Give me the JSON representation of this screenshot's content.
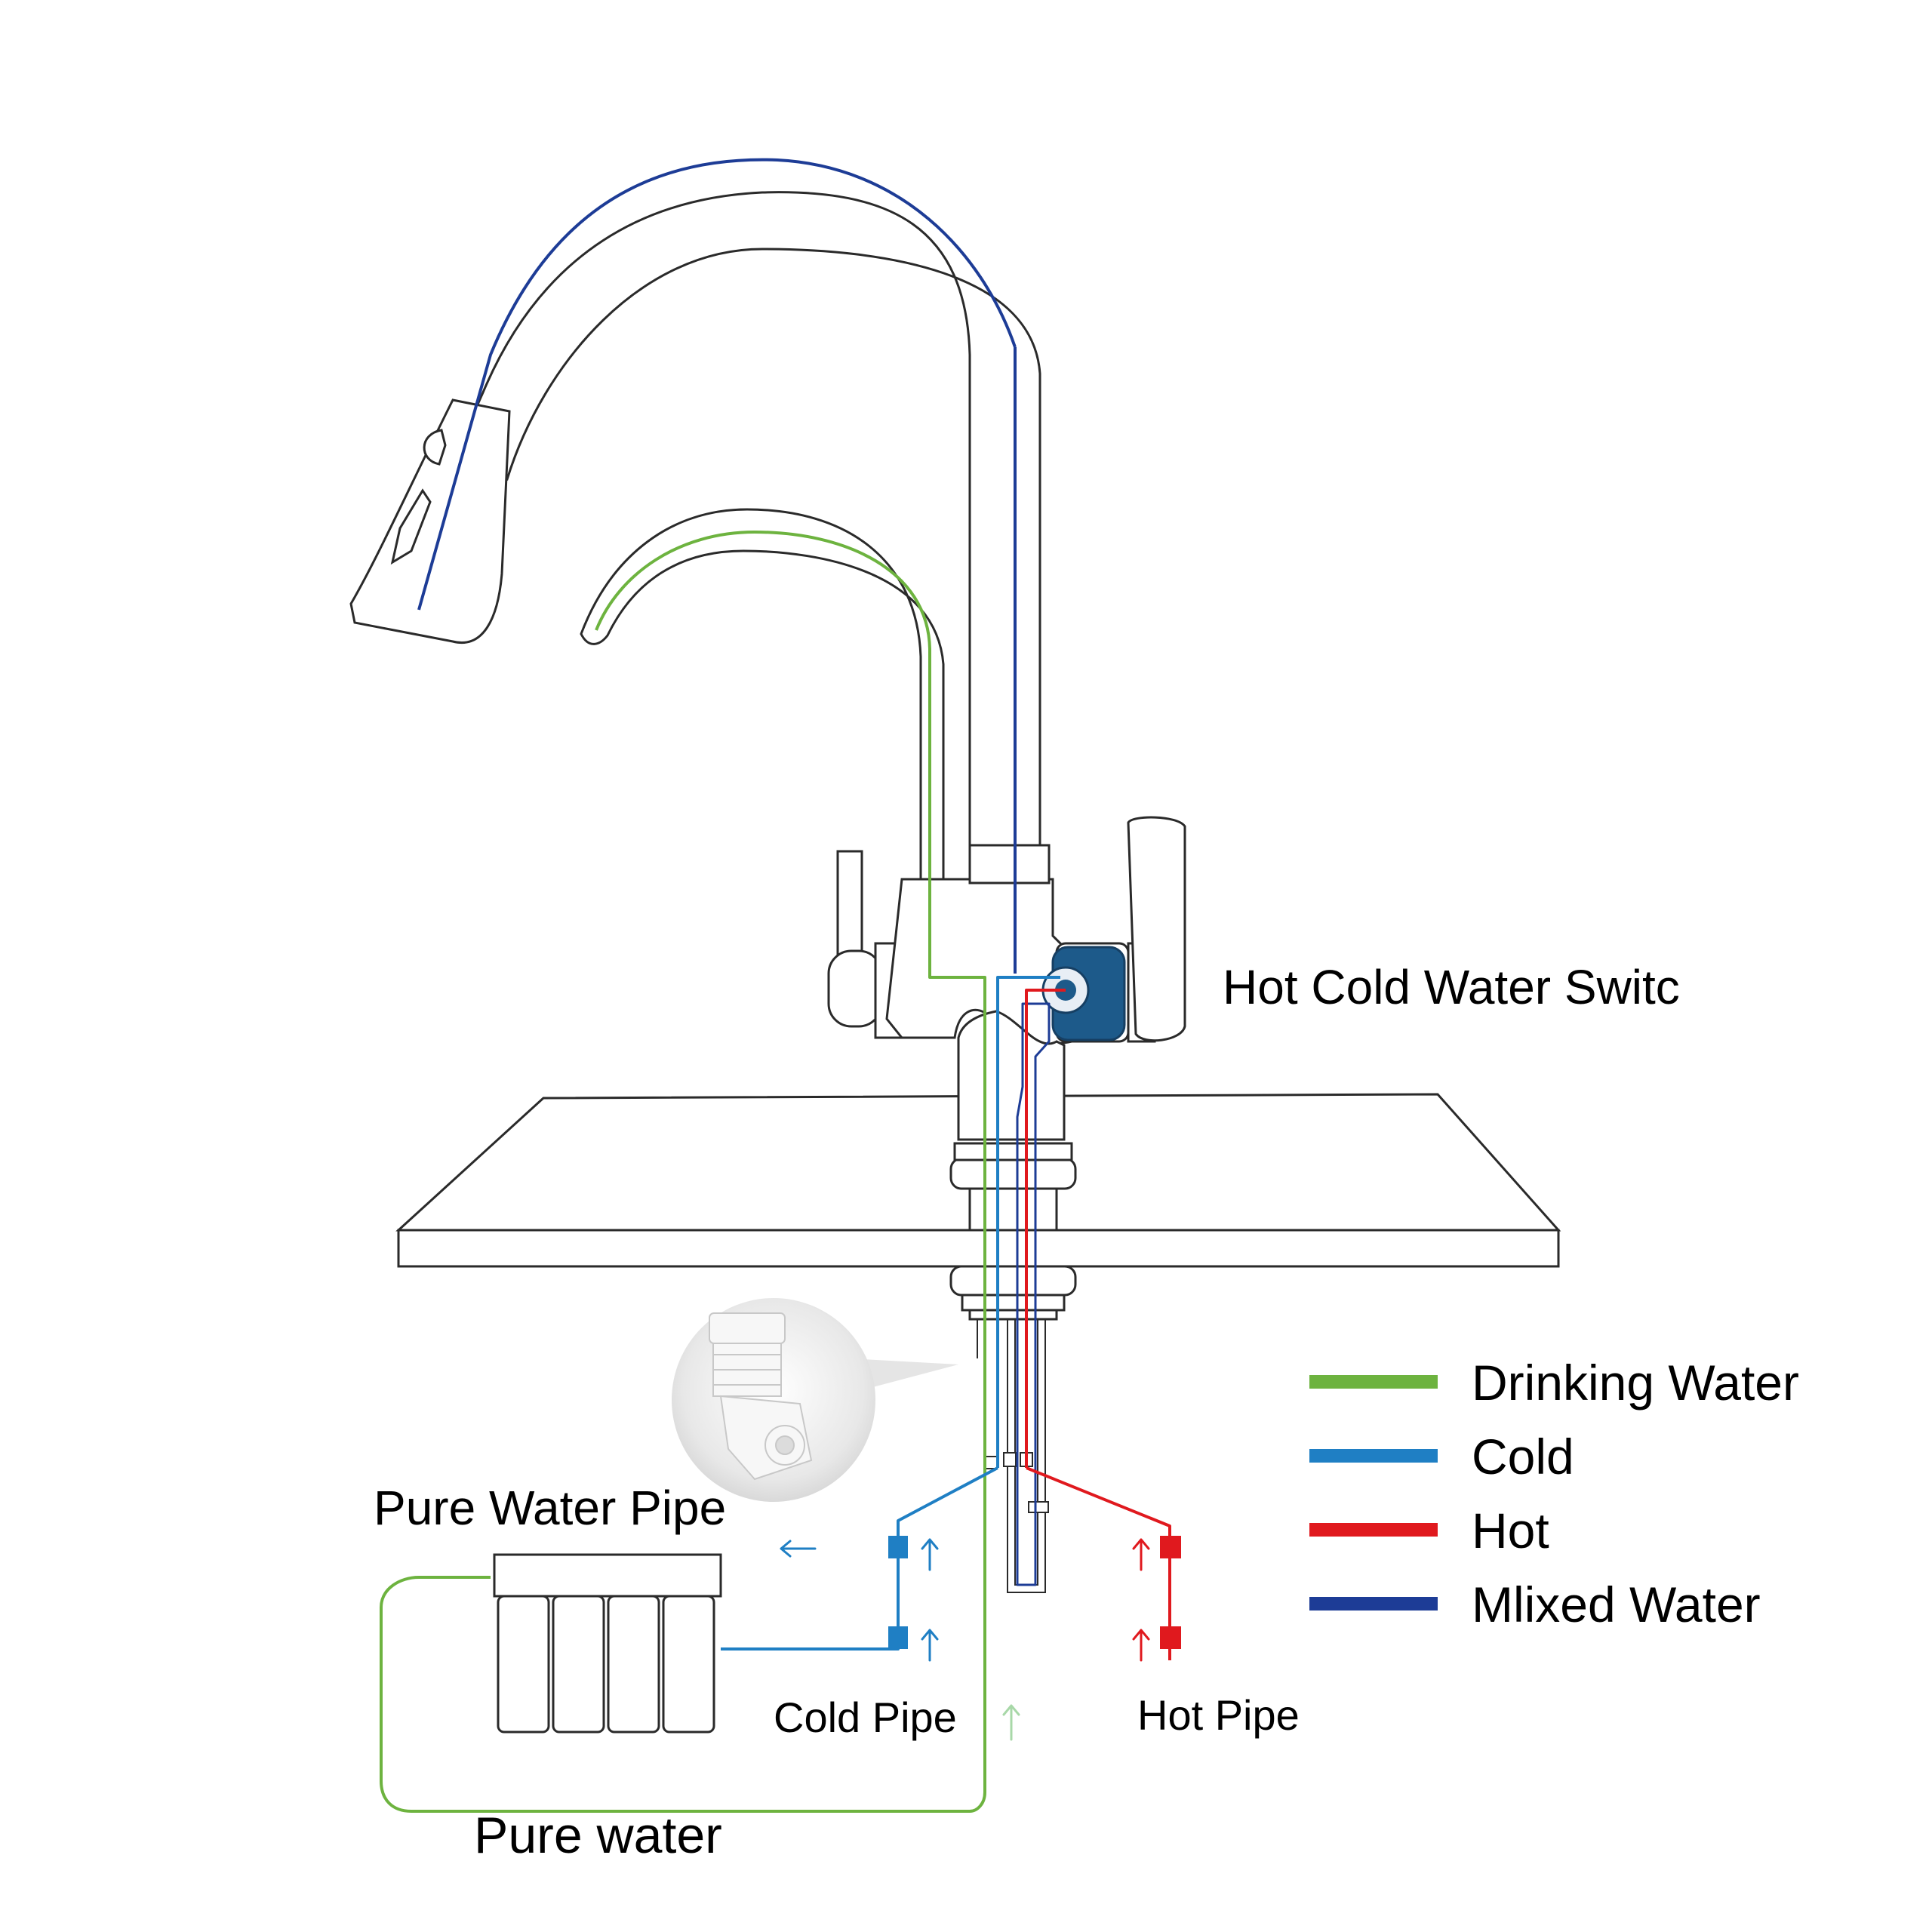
{
  "labels": {
    "switch": "Hot Cold Water Switc",
    "pure_water_pipe": "Pure Water Pipe",
    "cold_pipe": "Cold Pipe",
    "hot_pipe": "Hot Pipe",
    "pure_water": "Pure water"
  },
  "legend": [
    {
      "label": "Drinking Water",
      "color": "#6db33f"
    },
    {
      "label": "Cold",
      "color": "#1f7fc4"
    },
    {
      "label": "Hot",
      "color": "#e0191e"
    },
    {
      "label": "Mlixed Water",
      "color": "#1d3c96"
    }
  ],
  "colors": {
    "outline": "#2a2a2a",
    "drinking": "#6db33f",
    "cold": "#1f7fc4",
    "hot": "#e0191e",
    "mixed": "#1d3c96",
    "knob": "#1d5a8a",
    "arrow_faint": "#a8d8a8"
  }
}
